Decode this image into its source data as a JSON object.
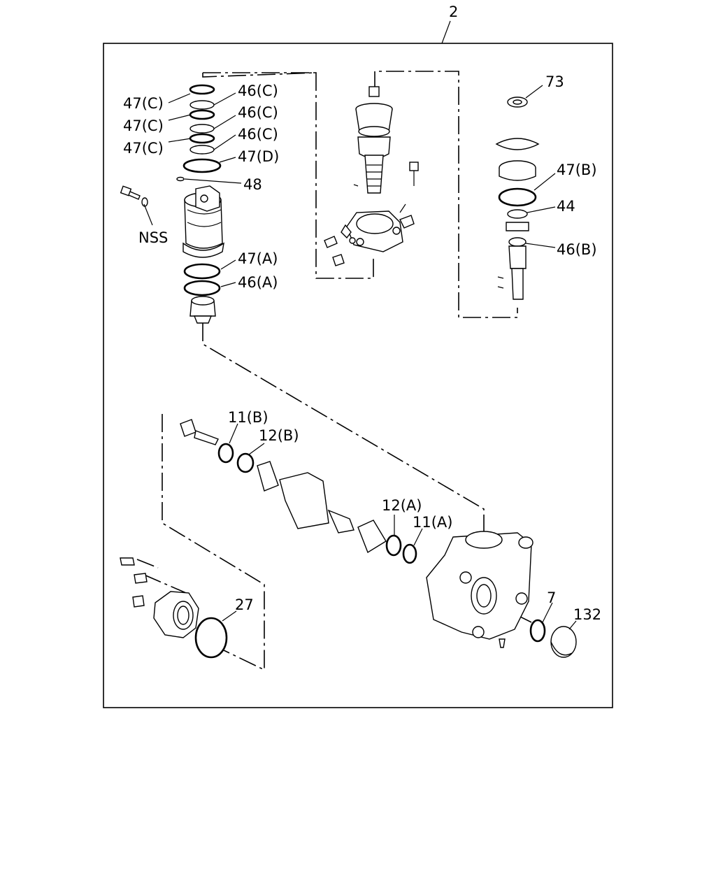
{
  "callouts": {
    "assembly": "2",
    "p73": "73",
    "p47b": "47(B)",
    "p44": "44",
    "p46b": "46(B)",
    "p47c_1": "47(C)",
    "p47c_2": "47(C)",
    "p47c_3": "47(C)",
    "p46c_1": "46(C)",
    "p46c_2": "46(C)",
    "p46c_3": "46(C)",
    "p47d": "47(D)",
    "p48": "48",
    "nss": "NSS",
    "p47a": "47(A)",
    "p46a": "46(A)",
    "p11b": "11(B)",
    "p12b": "12(B)",
    "p12a": "12(A)",
    "p11a": "11(A)",
    "p27": "27",
    "p7": "7",
    "p132": "132"
  }
}
